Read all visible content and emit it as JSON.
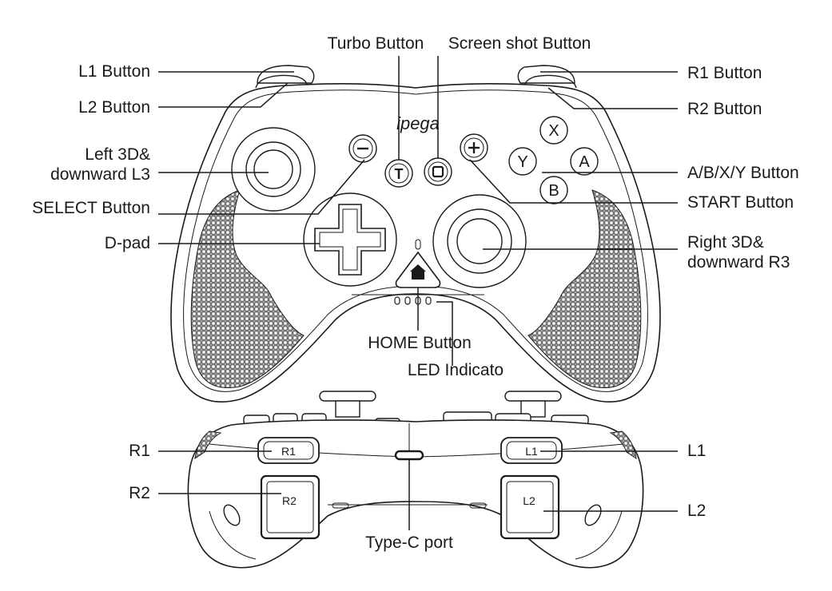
{
  "brand": "ipega",
  "labels": {
    "turbo": "Turbo Button",
    "screenshot": "Screen shot Button",
    "l1": "L1 Button",
    "l2": "L2 Button",
    "r1": "R1 Button",
    "r2": "R2 Button",
    "left_stick_line1": "Left 3D&",
    "left_stick_line2": "downward L3",
    "select": "SELECT Button",
    "dpad": "D-pad",
    "abxy": "A/B/X/Y Button",
    "start": "START Button",
    "right_stick_line1": "Right 3D&",
    "right_stick_line2": "downward R3",
    "home": "HOME Button",
    "led": "LED Indicato",
    "back_r1": "R1",
    "back_r2": "R2",
    "back_l1": "L1",
    "back_l2": "L2",
    "typec": "Type-C port"
  },
  "buttons": {
    "x": "X",
    "y": "Y",
    "a": "A",
    "b": "B",
    "turbo": "T",
    "bumper_r1": "R1",
    "trigger_r2": "R2",
    "bumper_l1": "L1",
    "trigger_l2": "L2"
  }
}
